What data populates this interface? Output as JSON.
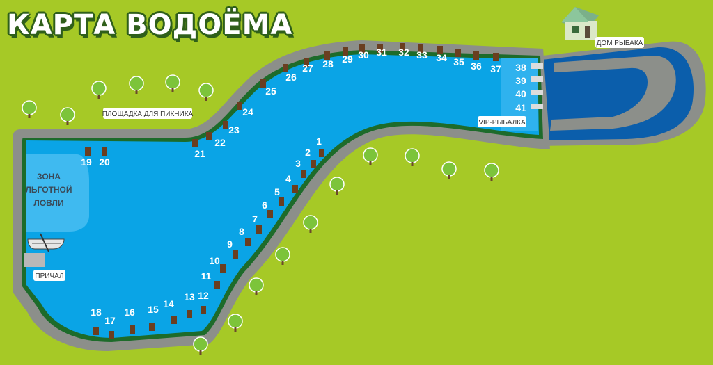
{
  "title": "КАРТА ВОДОЁМА",
  "labels": {
    "picnic": "ПЛОЩАДКА ДЛЯ ПИКНИКА",
    "house": "ДОМ РЫБАКА",
    "vip": "VIP-РЫБАЛКА",
    "pier": "ПРИЧАЛ",
    "zone_line1": "ЗОНА",
    "zone_line2": "ЛЬГОТНОЙ",
    "zone_line3": "ЛОВЛИ"
  },
  "spots": [
    "1",
    "2",
    "3",
    "4",
    "5",
    "6",
    "7",
    "8",
    "9",
    "10",
    "11",
    "12",
    "13",
    "14",
    "15",
    "16",
    "17",
    "18",
    "19",
    "20",
    "21",
    "22",
    "23",
    "24",
    "25",
    "26",
    "27",
    "28",
    "29",
    "30",
    "31",
    "32",
    "33",
    "34",
    "35",
    "36",
    "37",
    "38",
    "39",
    "40",
    "41"
  ],
  "colors": {
    "grass": "#a6c926",
    "water": "#0aa4e6",
    "water_deep": "#0b5eab",
    "path": "#8c8f8a",
    "shore_green": "#1d6b2a",
    "pier_brown": "#6a3e20",
    "title_outline": "#2f5f1a"
  }
}
